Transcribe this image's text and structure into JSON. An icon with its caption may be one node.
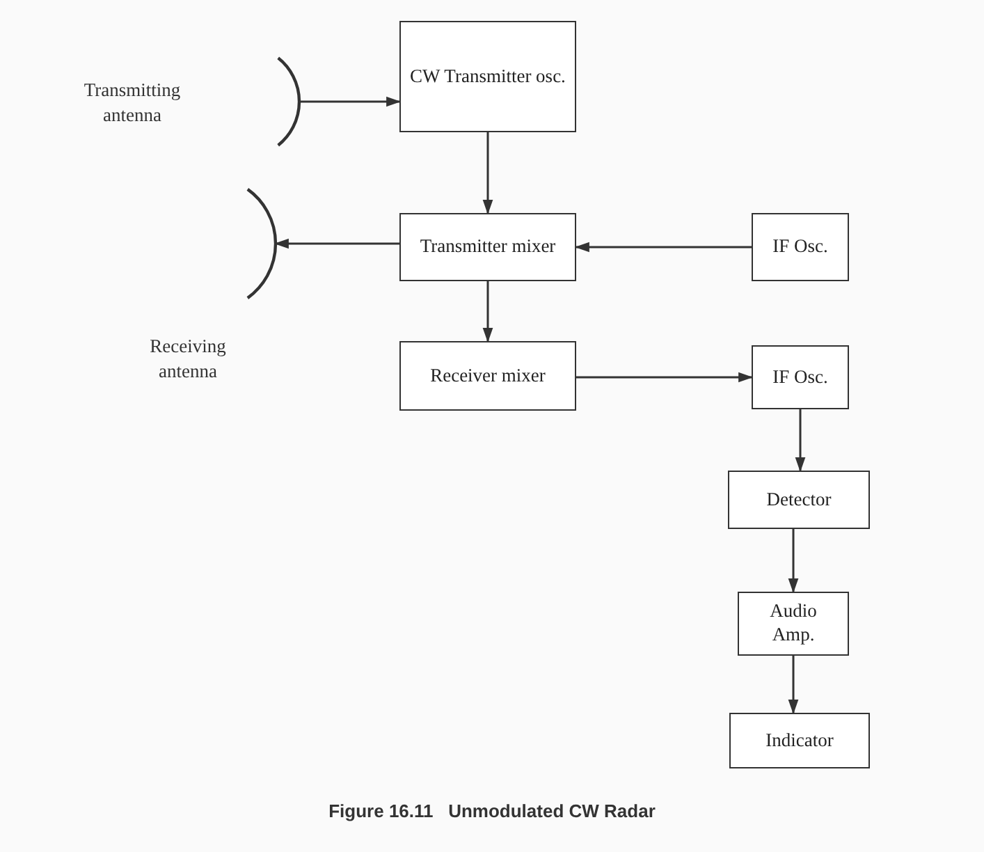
{
  "diagram": {
    "caption": "Figure 16.11   Unmodulated CW Radar",
    "nodes": [
      {
        "text": [
          "Transmitting antenna"
        ]
      },
      {
        "text": [
          "CW Transmitter osc."
        ]
      },
      {
        "text": [
          "Receiving antenna"
        ]
      },
      {
        "text": [
          "Transmitter mixer"
        ]
      },
      {
        "text": [
          "IF Osc."
        ]
      },
      {
        "text": [
          "Receiver mixer"
        ]
      },
      {
        "text": [
          "IF Osc."
        ]
      },
      {
        "text": [
          "Detector"
        ]
      },
      {
        "text": [
          "Audio Amp."
        ]
      },
      {
        "text": [
          "Indicator"
        ]
      }
    ],
    "edges": [
      {
        "from": 0,
        "to": 1,
        "arrow": "to"
      },
      {
        "from": 1,
        "to": 3,
        "arrow": "to"
      },
      {
        "from": 4,
        "to": 3,
        "arrow": "to"
      },
      {
        "from": 3,
        "to": 2,
        "arrow": "to"
      },
      {
        "from": 3,
        "to": 5,
        "arrow": "to"
      },
      {
        "from": 5,
        "to": 6,
        "arrow": "to"
      },
      {
        "from": 6,
        "to": 7,
        "arrow": "to"
      },
      {
        "from": 7,
        "to": 8,
        "arrow": "to"
      },
      {
        "from": 8,
        "to": 9,
        "arrow": "to"
      }
    ]
  }
}
